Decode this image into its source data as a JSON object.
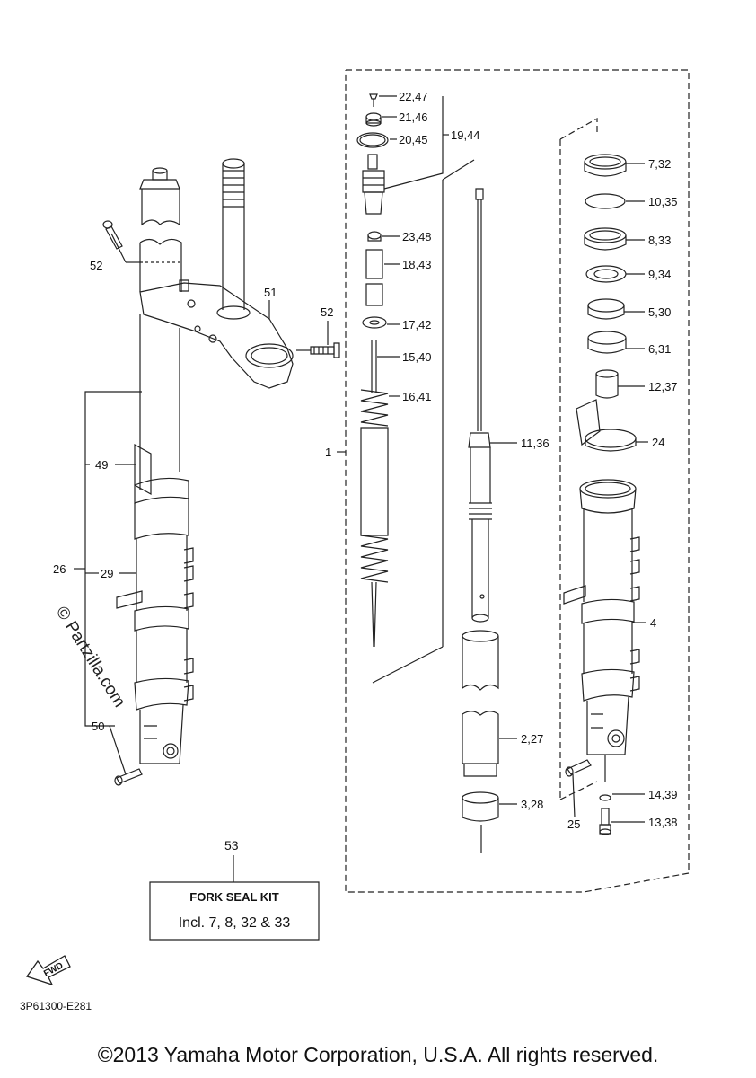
{
  "labels": {
    "l1": "1",
    "l2": "2,27",
    "l3": "3,28",
    "l4": "4",
    "l5": "5,30",
    "l6": "6,31",
    "l7": "7,32",
    "l8": "8,33",
    "l9": "9,34",
    "l10": "10,35",
    "l11": "11,36",
    "l12": "12,37",
    "l13": "13,38",
    "l14": "14,39",
    "l15": "15,40",
    "l16": "16,41",
    "l17": "17,42",
    "l18": "18,43",
    "l19": "19,44",
    "l20": "20,45",
    "l21": "21,46",
    "l22": "22,47",
    "l23": "23,48",
    "l24": "24",
    "l25": "25",
    "l26": "26",
    "l29": "29",
    "l49": "49",
    "l50": "50",
    "l51": "51",
    "l52a": "52",
    "l52b": "52",
    "l53": "53"
  },
  "kit": {
    "title": "FORK SEAL KIT",
    "line": "Incl. 7, 8, 32 & 33"
  },
  "fwd": "FWD",
  "diagram_code": "3P61300-E281",
  "watermark": "© Partzilla.com",
  "copyright": "©2013 Yamaha Motor Corporation, U.S.A. All rights reserved."
}
